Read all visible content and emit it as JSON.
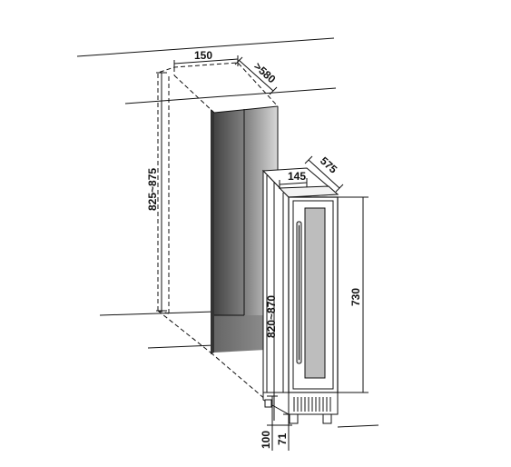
{
  "dimensions": {
    "niche_width": "150",
    "niche_depth": ">580",
    "niche_height": "825~875",
    "unit_width": "145",
    "unit_depth": "575",
    "unit_height": "820~870",
    "door_height": "730",
    "base_height": "100",
    "foot_height": "71"
  },
  "colors": {
    "line": "#111111",
    "cavity_dark": "#555555",
    "cavity_light": "#e6e6e6",
    "glass": "#bdbdbd"
  }
}
